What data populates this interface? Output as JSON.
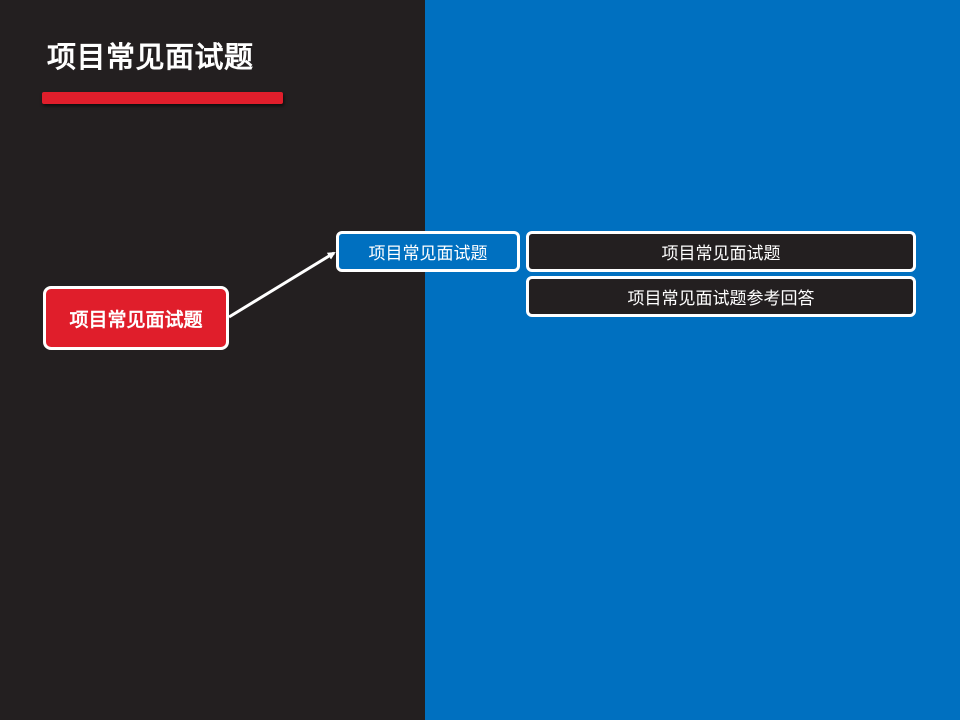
{
  "slide": {
    "title": "项目常见面试题"
  },
  "diagram": {
    "root": {
      "label": "项目常见面试题"
    },
    "branch": {
      "label": "项目常见面试题"
    },
    "leaves": [
      {
        "label": "项目常见面试题"
      },
      {
        "label": "项目常见面试题参考回答"
      }
    ]
  },
  "colors": {
    "left_panel": "#231f20",
    "right_panel": "#0070c0",
    "accent_red": "#e01e2b",
    "border": "#ffffff"
  }
}
